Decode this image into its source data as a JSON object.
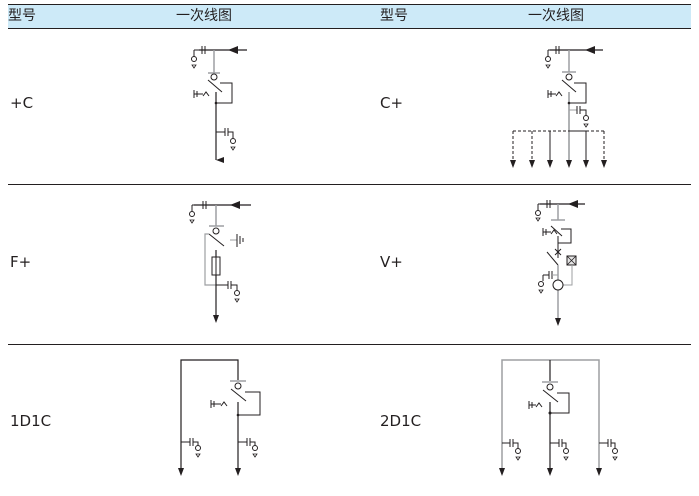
{
  "header": {
    "left": {
      "model_label": "型号",
      "diagram_label": "一次线图"
    },
    "right": {
      "model_label": "型号",
      "diagram_label": "一次线图"
    }
  },
  "rows": [
    {
      "left": {
        "model": "+C",
        "diagram": "diagram-plus-c"
      },
      "right": {
        "model": "C+",
        "diagram": "diagram-c-plus"
      }
    },
    {
      "left": {
        "model": "F+",
        "diagram": "diagram-f-plus"
      },
      "right": {
        "model": "V+",
        "diagram": "diagram-v-plus"
      }
    },
    {
      "left": {
        "model": "1D1C",
        "diagram": "diagram-1d1c"
      },
      "right": {
        "model": "2D1C",
        "diagram": "diagram-2d1c"
      }
    }
  ],
  "colors": {
    "line_dark": "#231f20",
    "line_gray": "#9d9fa2",
    "header_bg": "#cdeaf8"
  }
}
